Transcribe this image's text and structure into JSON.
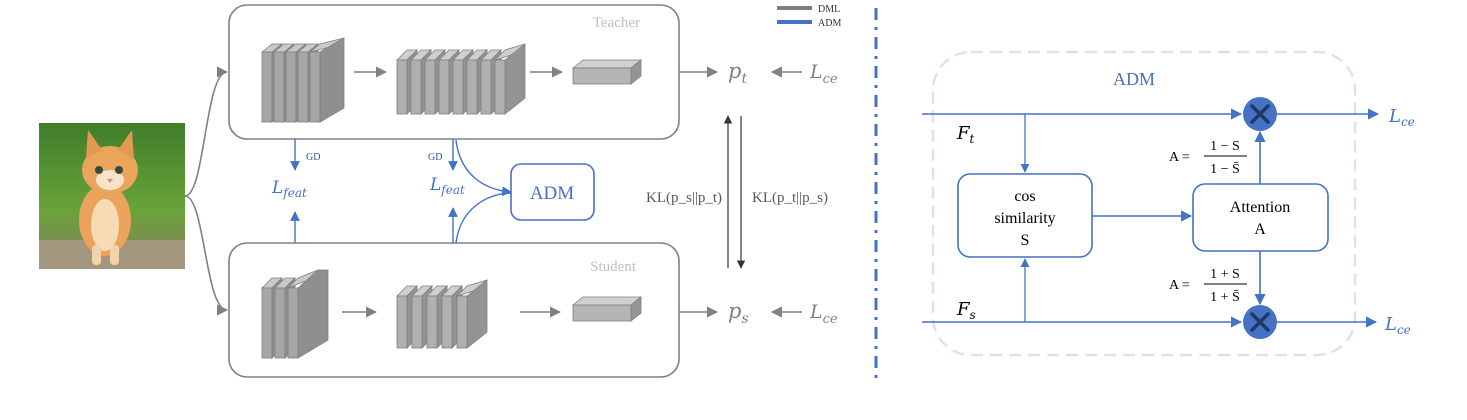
{
  "legend": {
    "items": [
      {
        "label": "DML",
        "color": "#808080"
      },
      {
        "label": "ADM",
        "color": "#4472c4"
      }
    ]
  },
  "colors": {
    "gray": "#808080",
    "light_gray": "#a6a6a6",
    "blue": "#4472c4",
    "dashed_border": "#d9e2f3",
    "multiply_fill": "#4472c4",
    "multiply_x": "#1f3864"
  },
  "left": {
    "teacher_label": "Teacher",
    "student_label": "Student",
    "gd_teacher": "GD",
    "gd_adm": "GD",
    "lfeat_base": "L",
    "lfeat_sub": "feat",
    "adm_box": "ADM",
    "pt_base": "p",
    "pt_sub": "t",
    "ps_base": "p",
    "ps_sub": "s",
    "lce_base": "L",
    "lce_sub": "ce",
    "kl_left": "KL(p_s||p_t)",
    "kl_right": "KL(p_t||p_s)",
    "kitten_icon": "kitten-photo"
  },
  "right": {
    "title": "ADM",
    "ft_base": "F",
    "ft_sub": "t",
    "fs_base": "F",
    "fs_sub": "s",
    "cos_line1": "cos",
    "cos_line2": "similarity",
    "cos_line3": "S",
    "att_line1": "Attention",
    "att_line2": "A",
    "formula_top": {
      "lhs": "A =",
      "num": "1 − S",
      "den": "1 − S̄"
    },
    "formula_bottom": {
      "lhs": "A =",
      "num": "1 + S",
      "den": "1 + S̄"
    },
    "lce_base": "L",
    "lce_sub": "ce"
  }
}
